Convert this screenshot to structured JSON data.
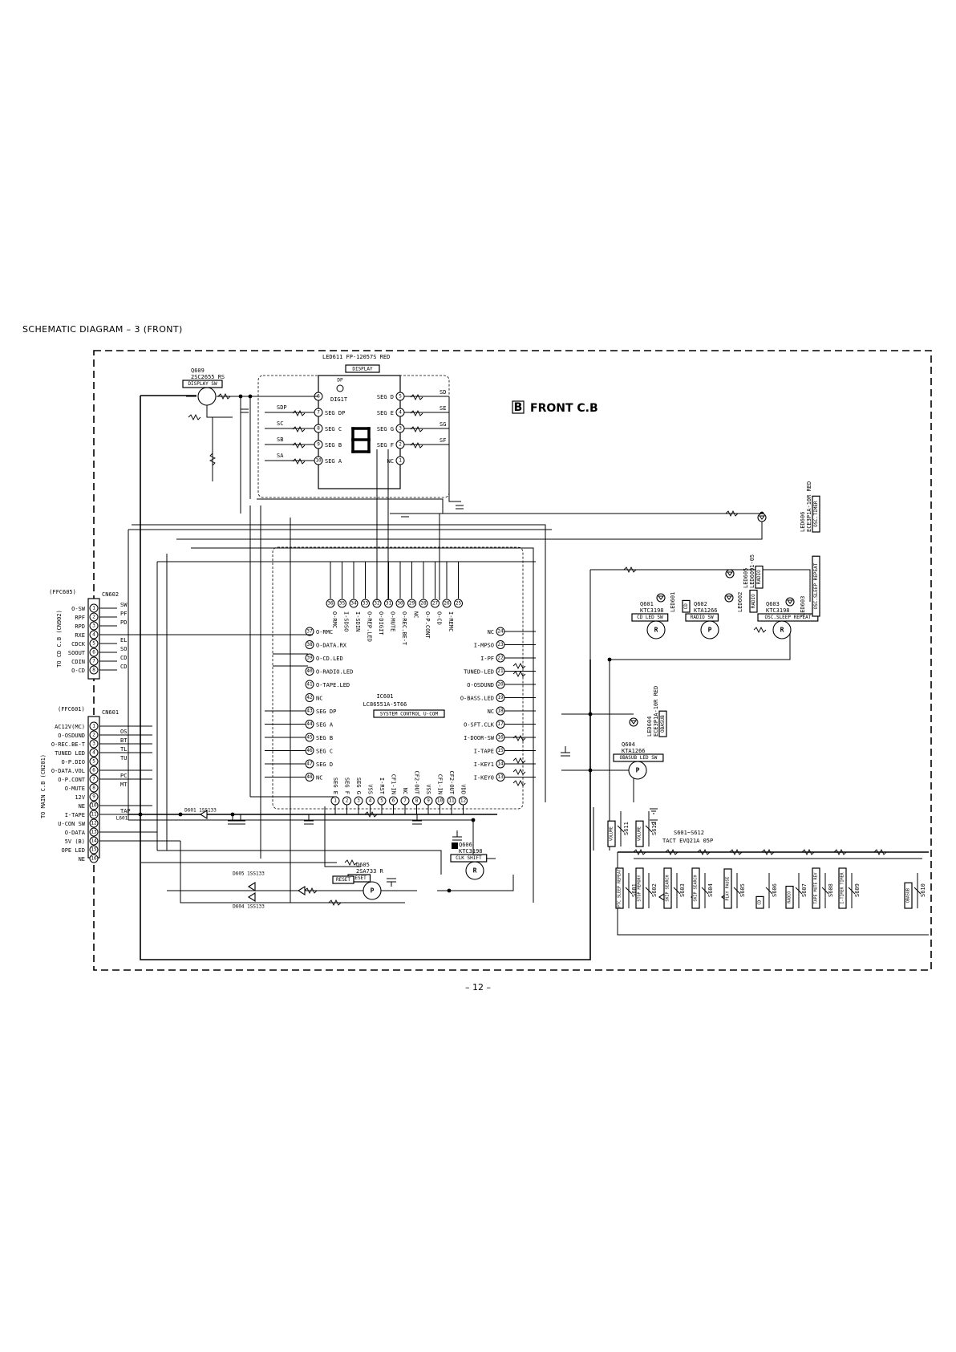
{
  "page": {
    "title": "SCHEMATIC DIAGRAM – 3 (FRONT)",
    "page_number": "– 12 –"
  },
  "board": {
    "name": "FRONT C.B",
    "letter": "B"
  },
  "display": {
    "part": "LED611 FP-12057S RED",
    "function": "DISPLAY",
    "designator": "DIG1T",
    "dp_label": "DP",
    "left_pins": [
      {
        "num": "6",
        "name": "DIG1T",
        "net": ""
      },
      {
        "num": "7",
        "name": "SEG DP",
        "net": "SDP"
      },
      {
        "num": "8",
        "name": "SEG C",
        "net": "SC"
      },
      {
        "num": "9",
        "name": "SEG B",
        "net": "SB"
      },
      {
        "num": "10",
        "name": "SEG A",
        "net": "SA"
      }
    ],
    "right_pins": [
      {
        "num": "5",
        "name": "SEG D",
        "net": "SD"
      },
      {
        "num": "4",
        "name": "SEG E",
        "net": "SE"
      },
      {
        "num": "3",
        "name": "SEG G",
        "net": "SG"
      },
      {
        "num": "2",
        "name": "SEG F",
        "net": "SF"
      },
      {
        "num": "1",
        "name": "NC",
        "net": ""
      }
    ]
  },
  "mcu": {
    "designator": "IC601",
    "part": "LC86551A-5T66",
    "function": "SYSTEM CONTROL U-COM",
    "top_pins": [
      "36",
      "35",
      "34",
      "33",
      "32",
      "31",
      "30",
      "29",
      "28",
      "27",
      "26",
      "25"
    ],
    "top_names": [
      "O-RMC",
      "I-SDSO",
      "I-SDIN",
      "O-REP.LED",
      "O-DIGIT",
      "O-MUTE",
      "O-REC.BE-T",
      "NC",
      "O-P.CONT",
      "O-CD",
      "I-REMC",
      ""
    ],
    "left_pins": [
      {
        "num": "37",
        "name": "O-RMC"
      },
      {
        "num": "38",
        "name": "O-DATA.RX"
      },
      {
        "num": "39",
        "name": "O-CD.LED"
      },
      {
        "num": "40",
        "name": "O-RADIO.LED"
      },
      {
        "num": "41",
        "name": "O-TAPE.LED"
      },
      {
        "num": "42",
        "name": "NC"
      },
      {
        "num": "43",
        "name": "SEG DP"
      },
      {
        "num": "44",
        "name": "SEG A"
      },
      {
        "num": "45",
        "name": "SEG B"
      },
      {
        "num": "46",
        "name": "SEG C"
      },
      {
        "num": "47",
        "name": "SEG D"
      },
      {
        "num": "48",
        "name": "NC"
      }
    ],
    "right_pins": [
      {
        "num": "24",
        "name": "NC"
      },
      {
        "num": "23",
        "name": "I-MPSO"
      },
      {
        "num": "22",
        "name": "I-PF"
      },
      {
        "num": "21",
        "name": "TUNED-LED"
      },
      {
        "num": "20",
        "name": "O-OSDUND"
      },
      {
        "num": "19",
        "name": "O-BASS.LED"
      },
      {
        "num": "18",
        "name": "NC"
      },
      {
        "num": "17",
        "name": "O-SFT.CLK"
      },
      {
        "num": "16",
        "name": "I-DOOR-SW"
      },
      {
        "num": "15",
        "name": "I-TAPE"
      },
      {
        "num": "14",
        "name": "I-KEY1"
      },
      {
        "num": "13",
        "name": "I-KEY0"
      }
    ],
    "bottom_pins": [
      "1",
      "2",
      "3",
      "4",
      "5",
      "6",
      "7",
      "8",
      "9",
      "10",
      "11",
      "12"
    ],
    "bottom_names": [
      "SEG E",
      "SEG F",
      "SEG G",
      "VSS",
      "I-RST",
      "CF1-IN",
      "NC",
      "CF2-OUT",
      "VSS",
      "CF1-IN",
      "CF2-OUT",
      "VDD"
    ]
  },
  "connectors": {
    "cn602": {
      "designator": "CN602",
      "ref": "(FFC605)",
      "side_label": "TO CD C.B (CN902)",
      "pins": [
        {
          "num": "1",
          "name": "O-SW",
          "net": "SW"
        },
        {
          "num": "2",
          "name": "RPF",
          "net": "PF"
        },
        {
          "num": "3",
          "name": "RPD",
          "net": "PD"
        },
        {
          "num": "4",
          "name": "RXE",
          "net": ""
        },
        {
          "num": "5",
          "name": "CDCK",
          "net": "EL"
        },
        {
          "num": "6",
          "name": "SOOUT",
          "net": "SO"
        },
        {
          "num": "7",
          "name": "CDIN",
          "net": "CD"
        },
        {
          "num": "8",
          "name": "O-CD",
          "net": "CD"
        }
      ]
    },
    "cn601": {
      "designator": "CN601",
      "ref": "(FFC601)",
      "side_label": "TO MAIN C.B (CN201)",
      "pins": [
        {
          "num": "1",
          "name": "AC12V(MC)",
          "net": ""
        },
        {
          "num": "2",
          "name": "O-OSDUND",
          "net": "OS"
        },
        {
          "num": "3",
          "name": "O-REC.BE-T",
          "net": "BT"
        },
        {
          "num": "4",
          "name": "TUNED LED",
          "net": "TL"
        },
        {
          "num": "5",
          "name": "O-P.DIO",
          "net": "TU"
        },
        {
          "num": "6",
          "name": "O-DATA.VOL",
          "net": ""
        },
        {
          "num": "7",
          "name": "O-P.CONT",
          "net": "PC"
        },
        {
          "num": "8",
          "name": "O-MUTE",
          "net": "MT"
        },
        {
          "num": "9",
          "name": "12V",
          "net": ""
        },
        {
          "num": "10",
          "name": "NE",
          "net": ""
        },
        {
          "num": "11",
          "name": "I-TAPE",
          "net": "TAP"
        },
        {
          "num": "12",
          "name": "U-CON SW",
          "net": ""
        },
        {
          "num": "13",
          "name": "O-DATA",
          "net": ""
        },
        {
          "num": "14",
          "name": "5V (B)",
          "net": ""
        },
        {
          "num": "15",
          "name": "OPE LED",
          "net": ""
        },
        {
          "num": "16",
          "name": "NE",
          "net": ""
        }
      ]
    }
  },
  "leds": [
    {
      "ref": "LED606",
      "part": "ECE3P1A-10R RED",
      "tag": "OSC.TIMER"
    },
    {
      "ref": "LED601",
      "part": "",
      "tag": "CD"
    },
    {
      "ref": "LED602",
      "part": "",
      "tag": "RADIO"
    },
    {
      "ref": "LED603",
      "part": "",
      "tag": "OSC.SLEEP REPEAT"
    },
    {
      "ref": "LED604",
      "part": "ECE3P1A-10R RED",
      "tag": "OBASUB"
    },
    {
      "ref": "LED605",
      "part": "LED6091-05",
      "tag": "RADIO"
    }
  ],
  "transistors": [
    {
      "ref": "Q609",
      "part": "2SC2655 RS",
      "tag": "DISPLAY SW"
    },
    {
      "ref": "Q601",
      "part": "KTC3198",
      "tag": "CD LED SW"
    },
    {
      "ref": "Q602",
      "part": "KTA1266",
      "tag": "RADIO SW"
    },
    {
      "ref": "Q603",
      "part": "KTC3198",
      "tag": "OSC.SLEEP REPEAT"
    },
    {
      "ref": "Q604",
      "part": "KTA1266",
      "tag": "OBASUB LED SW"
    },
    {
      "ref": "Q605",
      "part": "2SA733 R",
      "tag": "RESET"
    },
    {
      "ref": "Q606",
      "part": "KTC3198",
      "tag": "CLK SHIFT"
    }
  ],
  "keys": {
    "label": "S601~S612",
    "part": "TACT EVQ21A 05P",
    "switches": [
      {
        "ref": "S601",
        "label": "PTC SLEEP REPEAT"
      },
      {
        "ref": "S602",
        "label": "STOP MEMORY"
      },
      {
        "ref": "S603",
        "label": "SKIP SEARCH"
      },
      {
        "ref": "S604",
        "label": "SKIP SEARCH"
      },
      {
        "ref": "S605",
        "label": "PLAY PAUSE"
      },
      {
        "ref": "S606",
        "label": "CD"
      },
      {
        "ref": "S607",
        "label": "RADIO"
      },
      {
        "ref": "S608",
        "label": "TAPE MUTE REV"
      },
      {
        "ref": "S609",
        "label": "I-TIMER TIMER"
      },
      {
        "ref": "S610",
        "label": "OBASUB"
      },
      {
        "ref": "S611",
        "label": "VOLUME"
      },
      {
        "ref": "S612",
        "label": "VOLUME"
      }
    ]
  },
  "misc": {
    "diodes_top": "D601 1SS133",
    "diodes_bottom_a": "D605 1SS133",
    "diodes_bottom_b": "D604 1SS133",
    "reset_tag": "RESET",
    "osc_tag": "CLK SHIFT",
    "coil": "L601"
  }
}
